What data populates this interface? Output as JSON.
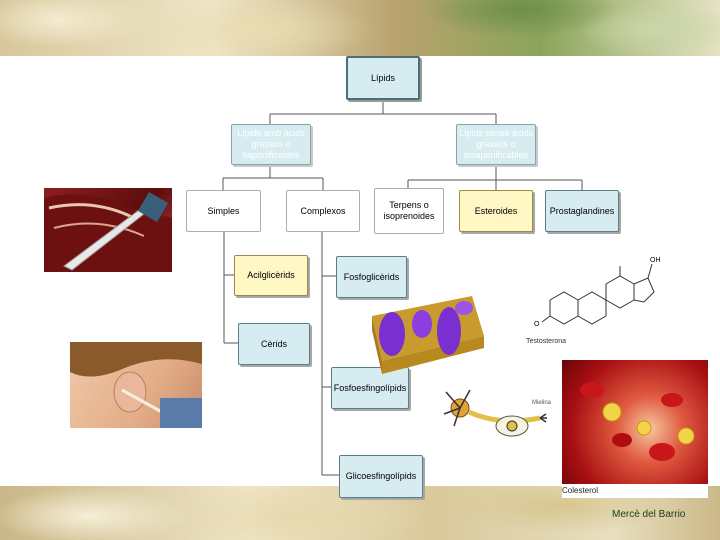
{
  "diagram": {
    "root": "Lípids",
    "branch_left": "Lípids amb àcids grassos o saponificables",
    "branch_right": "Lípids sense àcids grassos o insaponificables",
    "simples": "Simples",
    "complexos": "Complexos",
    "terpens": "Terpens o isoprenoides",
    "esteroides": "Esteroides",
    "prostaglandines": "Prostaglandines",
    "acilglicerids": "Acilglicèrids",
    "cerids": "Cèrids",
    "fosfoglicerids": "Fosfoglicèrids",
    "fosfoesfingolipids": "Fosfoesfingolípids",
    "glicoesfingolipids": "Glicoesfingolípids"
  },
  "images": {
    "steroid_caption": "Testosterona",
    "blood_caption": "Colesterol",
    "neuron_label": "Mielina"
  },
  "credit": "Mercè del Barrio",
  "colors": {
    "box_fill": "#d7ecf0",
    "box_border": "#5b7d88",
    "highlight_fill": "#fff7c4",
    "lipid_purple": "#7a2fd0",
    "lipid_gold": "#c99a2e",
    "blood_red": "#c8161a"
  }
}
